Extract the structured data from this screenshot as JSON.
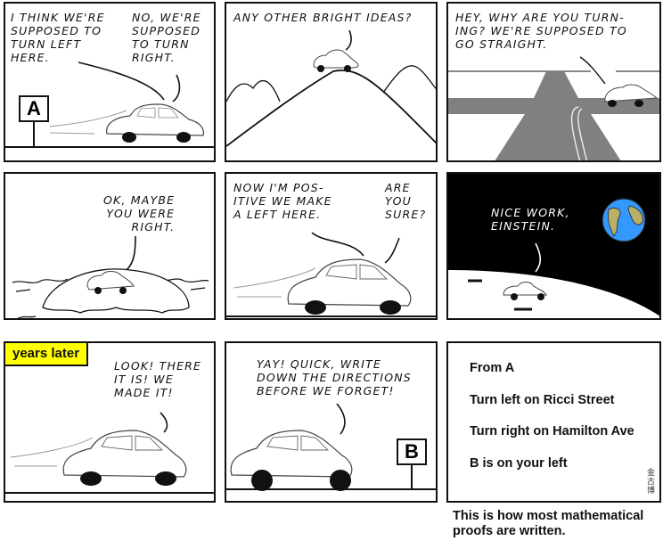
{
  "comic": {
    "panels": [
      {
        "id": 1,
        "speech": [
          {
            "speaker": "left",
            "text": "I think we're\nsupposed to\nturn left\nhere."
          },
          {
            "speaker": "right",
            "text": "No, we're\nsupposed\nto turn\nright."
          }
        ],
        "sign": "A"
      },
      {
        "id": 2,
        "speech": [
          {
            "text": "Any other bright ideas?"
          }
        ]
      },
      {
        "id": 3,
        "speech": [
          {
            "text": "Hey, why are you turn-\ning? We're supposed to\ngo straight."
          }
        ]
      },
      {
        "id": 4,
        "speech": [
          {
            "text": "OK, maybe\nyou were\nright."
          }
        ]
      },
      {
        "id": 5,
        "speech": [
          {
            "speaker": "left",
            "text": "Now I'm pos-\nitive we make\na left here."
          },
          {
            "speaker": "right",
            "text": "Are\nyou\nsure?"
          }
        ]
      },
      {
        "id": 6,
        "speech": [
          {
            "text": "Nice work,\nEinstein."
          }
        ]
      },
      {
        "id": 7,
        "caption": "years later",
        "speech": [
          {
            "text": "Look! There\nit is! We\nmade it!"
          }
        ]
      },
      {
        "id": 8,
        "speech": [
          {
            "text": "Yay! Quick, write\ndown the directions\nbefore we forget!"
          }
        ],
        "sign": "B"
      },
      {
        "id": 9,
        "directions": [
          "From A",
          "Turn left on Ricci Street",
          "Turn right on Hamilton Ave",
          "B is on your left"
        ],
        "signature": "金古博"
      }
    ],
    "footer": "This is how most mathematical\nproofs are written."
  },
  "colors": {
    "caption_bg": "#ffff00",
    "road": "#808080",
    "space": "#000000",
    "ocean": "#3399ff",
    "land": "#b8b068"
  }
}
